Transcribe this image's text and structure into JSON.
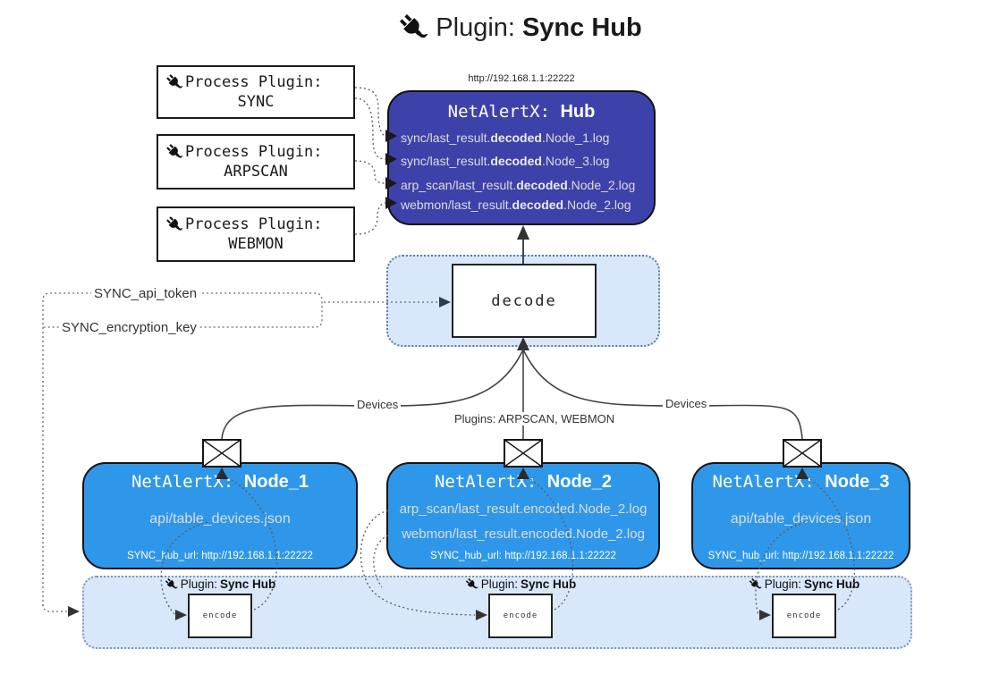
{
  "title": {
    "prefix": "Plugin: ",
    "bold": "Sync Hub"
  },
  "process_plugins": [
    {
      "label": "Process Plugin:",
      "name": "SYNC"
    },
    {
      "label": "Process Plugin:",
      "name": "ARPSCAN"
    },
    {
      "label": "Process Plugin:",
      "name": "WEBMON"
    }
  ],
  "hub": {
    "url": "http://192.168.1.1:22222",
    "title_prefix": "NetAlertX: ",
    "title_bold": "Hub",
    "logs": [
      {
        "pre": "sync/last_result.",
        "bold": "decoded",
        "post": ".Node_1.log"
      },
      {
        "pre": "sync/last_result.",
        "bold": "decoded",
        "post": ".Node_3.log"
      },
      {
        "pre": "arp_scan/last_result.",
        "bold": "decoded",
        "post": ".Node_2.log"
      },
      {
        "pre": "webmon/last_result.",
        "bold": "decoded",
        "post": ".Node_2.log"
      }
    ]
  },
  "decode_box": {
    "label": "decode"
  },
  "config_labels": {
    "api_token": "SYNC_api_token",
    "encryption_key": "SYNC_encryption_key"
  },
  "edge_labels": {
    "devices_left": "Devices",
    "devices_right": "Devices",
    "plugins": "Plugins: ARPSCAN, WEBMON"
  },
  "nodes": [
    {
      "title_prefix": "NetAlertX: ",
      "title_bold": "Node_1",
      "lines": [
        "api/table_devices.json"
      ],
      "hub_url": "SYNC_hub_url: http://192.168.1.1:22222"
    },
    {
      "title_prefix": "NetAlertX: ",
      "title_bold": "Node_2",
      "lines": [
        "arp_scan/last_result.encoded.Node_2.log",
        "webmon/last_result.encoded.Node_2.log"
      ],
      "hub_url": "SYNC_hub_url: http://192.168.1.1:22222"
    },
    {
      "title_prefix": "NetAlertX: ",
      "title_bold": "Node_3",
      "lines": [
        "api/table_devices.json"
      ],
      "hub_url": "SYNC_hub_url: http://192.168.1.1:22222"
    }
  ],
  "encode_strip": {
    "items": [
      {
        "label_prefix": "Plugin: ",
        "label_bold": "Sync Hub",
        "box_label": "encode"
      },
      {
        "label_prefix": "Plugin: ",
        "label_bold": "Sync Hub",
        "box_label": "encode"
      },
      {
        "label_prefix": "Plugin: ",
        "label_bold": "Sync Hub",
        "box_label": "encode"
      }
    ]
  },
  "icons": {
    "plug": "plug-icon",
    "envelope": "envelope-icon"
  },
  "colors": {
    "hub_fill": "#3d42aa",
    "node_fill": "#2e97ea",
    "panel_fill": "#d8e8fa",
    "panel_border": "#5c7da3",
    "light_text": "#dcdcdc",
    "wire": "#444444"
  }
}
